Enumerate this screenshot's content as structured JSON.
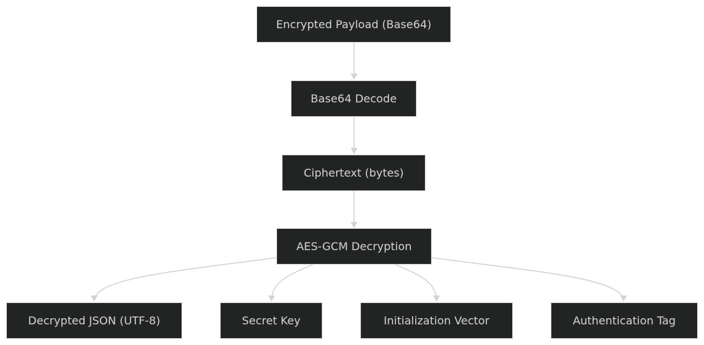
{
  "diagram": {
    "type": "flowchart",
    "direction": "top-down",
    "nodes": [
      {
        "id": "payload",
        "label": "Encrypted Payload (Base64)"
      },
      {
        "id": "decode",
        "label": "Base64 Decode"
      },
      {
        "id": "ciphertext",
        "label": "Ciphertext (bytes)"
      },
      {
        "id": "aesgcm",
        "label": "AES-GCM Decryption"
      },
      {
        "id": "json",
        "label": "Decrypted JSON (UTF-8)"
      },
      {
        "id": "key",
        "label": "Secret Key"
      },
      {
        "id": "iv",
        "label": "Initialization Vector"
      },
      {
        "id": "tag",
        "label": "Authentication Tag"
      }
    ],
    "edges": [
      {
        "from": "payload",
        "to": "decode"
      },
      {
        "from": "decode",
        "to": "ciphertext"
      },
      {
        "from": "ciphertext",
        "to": "aesgcm"
      },
      {
        "from": "aesgcm",
        "to": "json"
      },
      {
        "from": "aesgcm",
        "to": "key"
      },
      {
        "from": "aesgcm",
        "to": "iv"
      },
      {
        "from": "aesgcm",
        "to": "tag"
      }
    ],
    "colors": {
      "node_fill": "#222423",
      "node_border": "#cfcfcf",
      "text": "#d4d4d4",
      "edge": "#d3d3d3"
    }
  }
}
